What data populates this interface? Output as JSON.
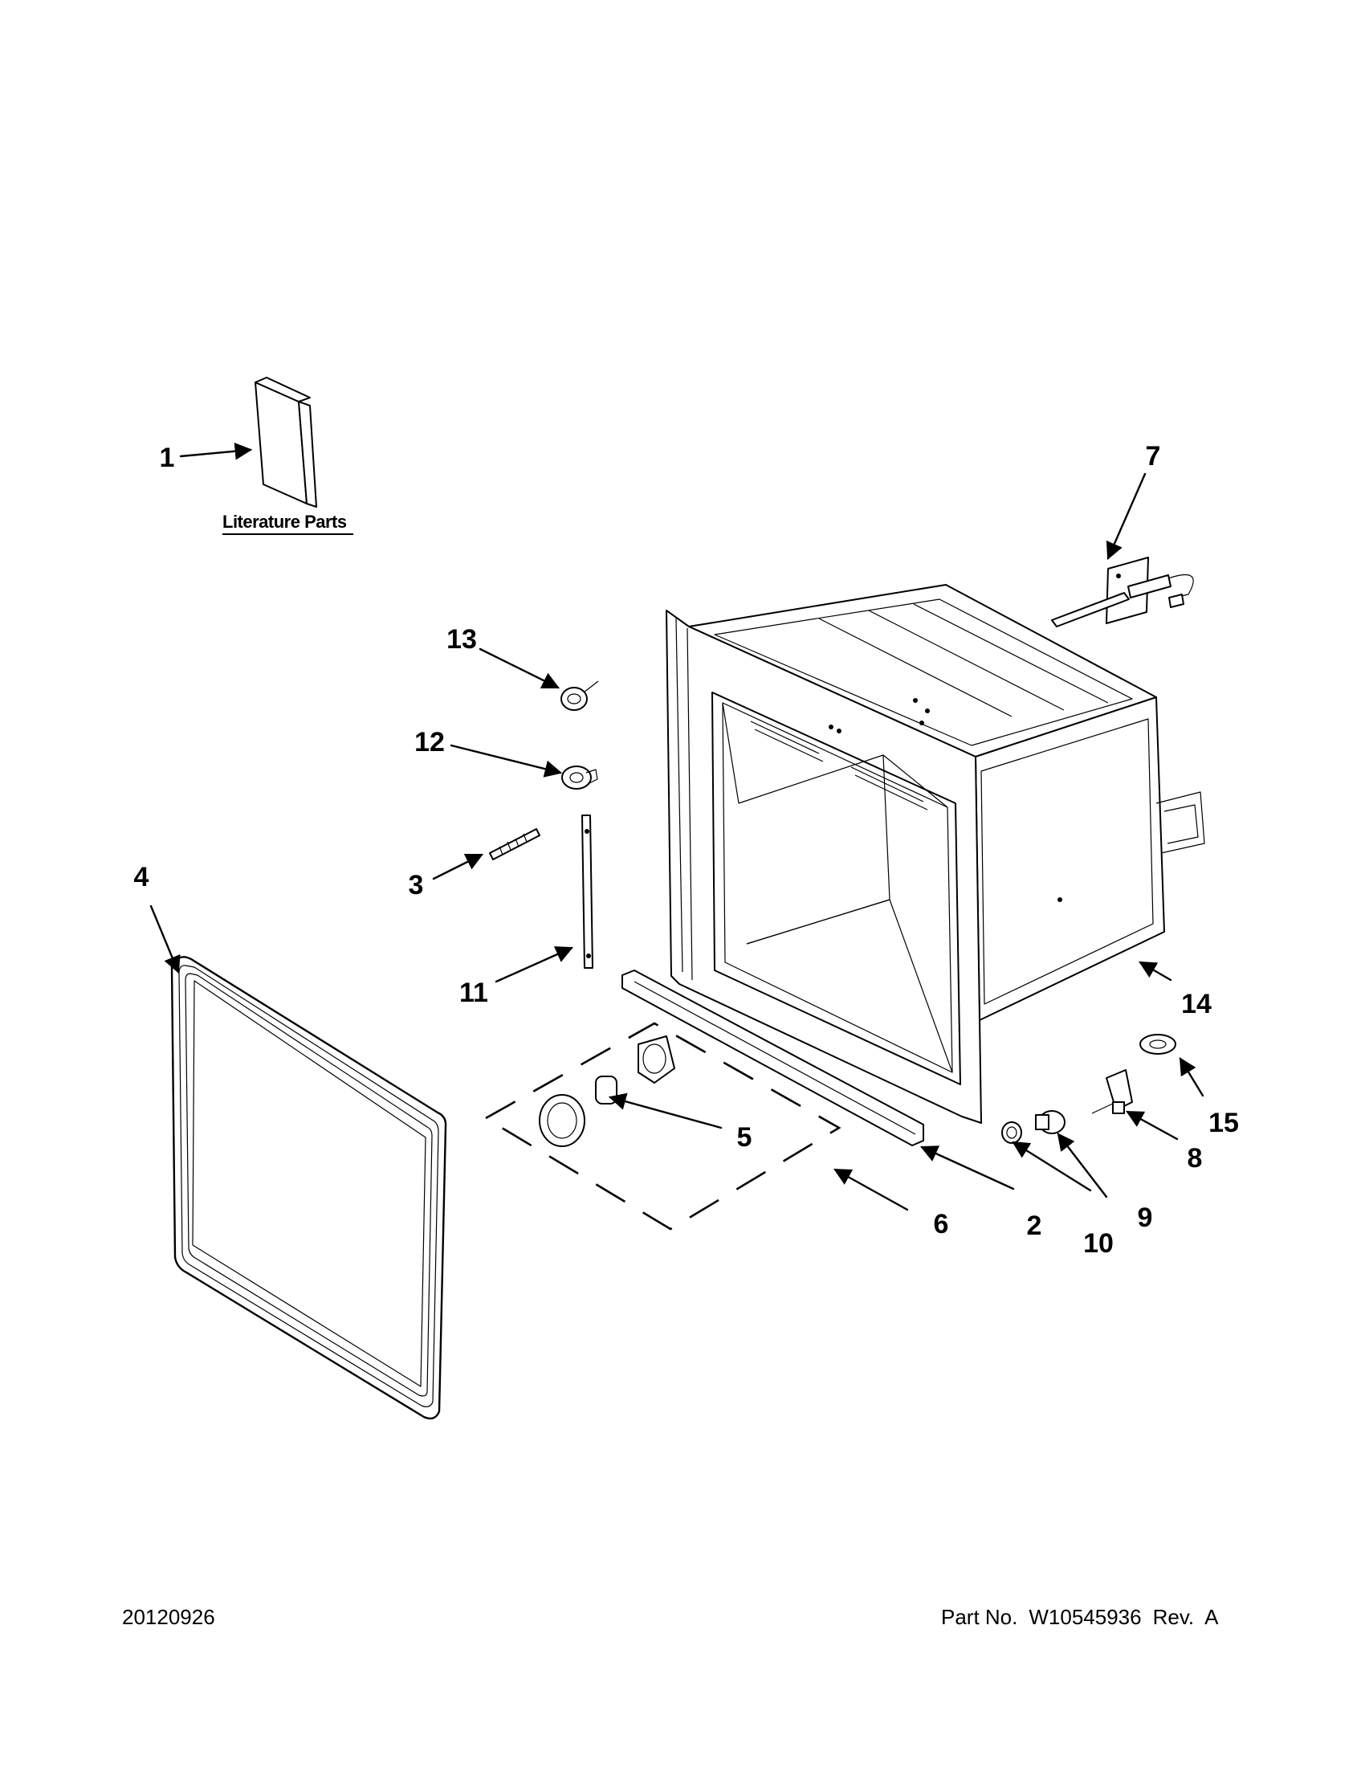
{
  "callouts": {
    "c1": "1",
    "c2": "2",
    "c3": "3",
    "c4": "4",
    "c5": "5",
    "c6": "6",
    "c7": "7",
    "c8": "8",
    "c9": "9",
    "c10": "10",
    "c11": "11",
    "c12": "12",
    "c13": "13",
    "c14": "14",
    "c15": "15"
  },
  "literature_label": "Literature Parts",
  "footer": {
    "date": "20120926",
    "part_prefix": "Part No.",
    "part_number": "W10545936",
    "revision": "Rev.  A"
  },
  "colors": {
    "ink": "#000000",
    "paper": "#ffffff"
  }
}
